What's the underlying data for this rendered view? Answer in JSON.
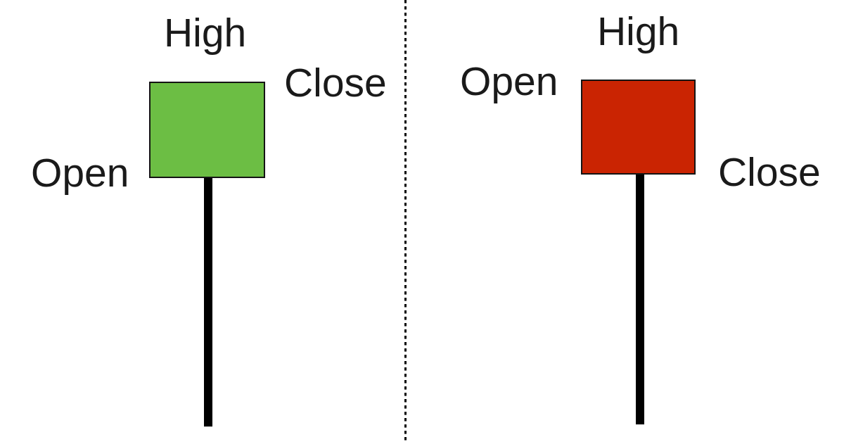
{
  "colors": {
    "background": "#ffffff",
    "bullish_body": "#6cbe44",
    "bearish_body": "#ca2402",
    "body_outline": "#141414",
    "wick": "#000000",
    "divider": "#000000",
    "label_text": "#1a1a1a"
  },
  "panels": [
    {
      "id": "bullish-candle",
      "labels": {
        "high": "High",
        "open": "Open",
        "close": "Close"
      },
      "label_positions": {
        "high": "above-body",
        "open": "left-of-body-bottom",
        "close": "right-of-body-top"
      }
    },
    {
      "id": "bearish-candle",
      "labels": {
        "high": "High",
        "open": "Open",
        "close": "Close"
      },
      "label_positions": {
        "high": "above-body",
        "open": "left-of-body-top",
        "close": "right-of-body-bottom"
      }
    }
  ]
}
